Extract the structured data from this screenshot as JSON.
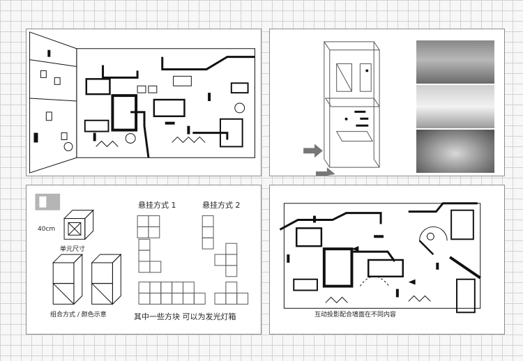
{
  "panel_light_study": {
    "mode1_title": "悬挂方式 1",
    "mode2_title": "悬挂方式 2",
    "dimension_label": "40cm",
    "unit_label": "单元尺寸",
    "combo_label": "组合方式 / 颜色示意",
    "note": "其中一些方块 可以为发光灯箱"
  },
  "panel_interactive_plan": {
    "caption": "互动投影配合墙面在不同内容"
  }
}
